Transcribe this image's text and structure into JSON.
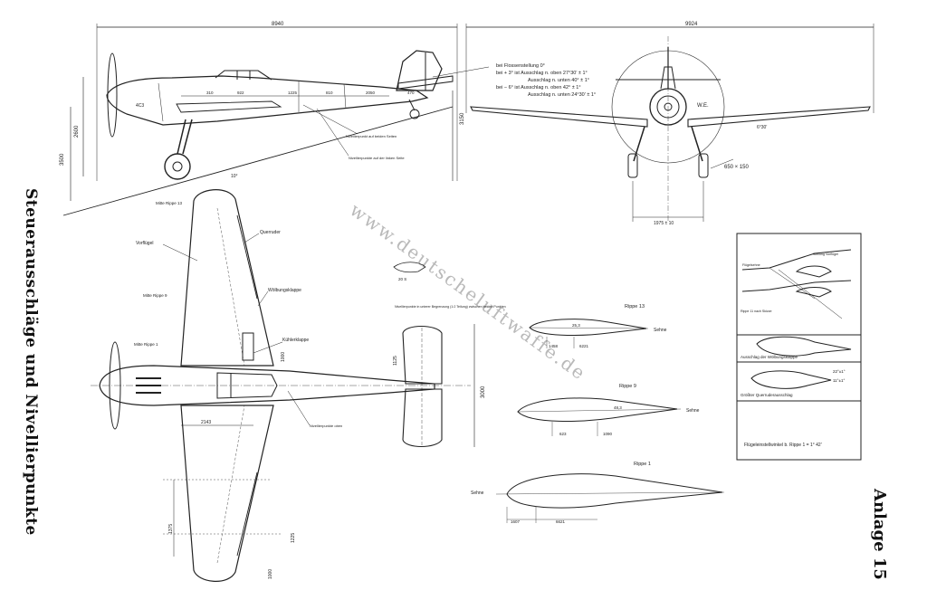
{
  "sheet": {
    "title_vertical": "Steuerausschläge und Nivellierpunkte",
    "appendix": "Anlage 15",
    "watermark": "www.deutscheluftwaffe.de"
  },
  "side_view": {
    "dim_length": "8940",
    "dim_height_1": "2600",
    "dim_height_2": "3500",
    "dim_gear": "3150",
    "stations": [
      "310",
      "922",
      "1225",
      "810",
      "2050",
      "470"
    ],
    "note_nivellier_both": "Nivellierpunkt auf beiden Seiten",
    "note_nivellier_left": "Nivellierpunkte auf der linken Seite",
    "label_fuel": "4C3",
    "label_angle": "10°"
  },
  "elevator_table": {
    "lines": [
      "bei Flossenstellung 0°",
      "bei + 3° ist Ausschlag n. oben 27°30' ± 1°",
      "Ausschlag n. unten 40° ± 1°",
      "bei − 6° ist Ausschlag n. oben 42° ± 1°",
      "Ausschlag n. unten 24°30' ± 1°"
    ]
  },
  "front_view": {
    "dim_span": "9924",
    "dim_track": "1975 ± 10",
    "tire": "650 × 150",
    "dihedral": "6°30'",
    "label_we": "W.E."
  },
  "plan_view": {
    "labels": {
      "vorfluegel": "Vorflügel",
      "querruder": "Querruder",
      "woelbungsklappe": "Wölbungsklappe",
      "kuehlerklappe": "Kühlerklappe",
      "mitte_rippe_13": "Mitte Rippe 13",
      "mitte_rippe_9": "Mitte Rippe 9",
      "mitte_rippe_1": "Mitte Rippe 1",
      "nivellierpunkte": "Nivellierpunkte oben"
    },
    "dims": [
      "2143",
      "1375",
      "1000",
      "1225",
      "3000",
      "1125",
      "1000"
    ]
  },
  "tail_note": "Nivellierpunkte in unterer Begrenzung (1:2 Teilung) zwischen beiden Punkten",
  "tail_detail": "20 S",
  "profiles": [
    {
      "name": "Rippe 13",
      "chord": "Sehne",
      "val_a": "25,3",
      "val_b": "1458",
      "val_c": "6221"
    },
    {
      "name": "Rippe 9",
      "chord": "Sehne",
      "val_a": "48,3",
      "val_b": "623",
      "val_c": "1090"
    },
    {
      "name": "Rippe 1",
      "chord": "Sehne",
      "val_a": "1607",
      "val_b": "6621"
    }
  ],
  "detail_box": {
    "top_notes": [
      "Stellung Vorflügel",
      "Flügelsehne",
      "Rippe 11 nach Skizze"
    ],
    "mid_label": "Ausschlag der Wölbungsklappe",
    "low_label": "Größter Querruderausschlag",
    "angles": [
      "22°±1°",
      "11°±1°"
    ],
    "footer": "Flügeleinstellwinkel b. Rippe 1 = 1° 42'"
  }
}
